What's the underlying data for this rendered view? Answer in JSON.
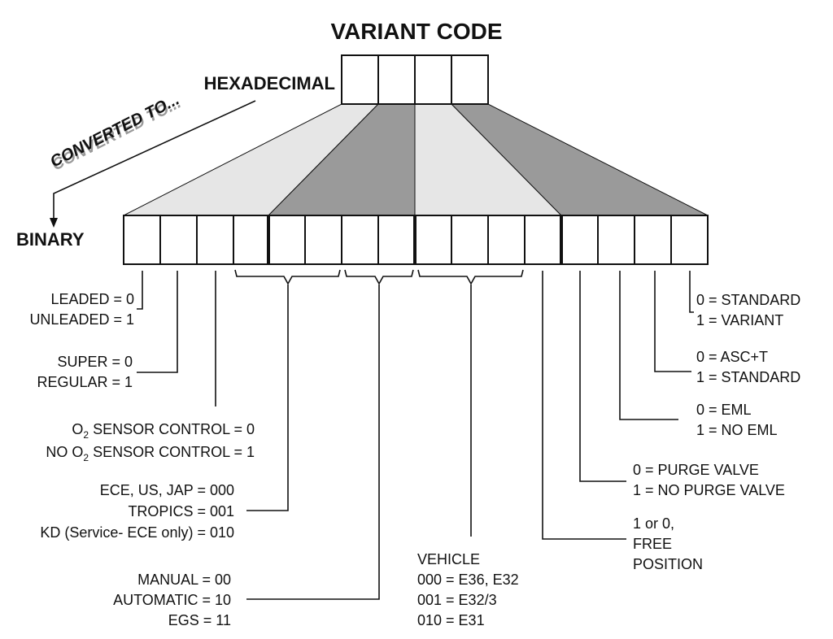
{
  "title": "VARIANT CODE",
  "hex_label": "HEXADECIMAL",
  "converted_label": "CONVERTED TO...",
  "binary_label": "BINARY",
  "colors": {
    "light_fan": "#e6e6e6",
    "dark_fan": "#9a9a9a",
    "ink": "#111111"
  },
  "labels": {
    "leaded": {
      "l1": "LEADED = 0",
      "l2": "UNLEADED = 1"
    },
    "super": {
      "l1": "SUPER = 0",
      "l2": "REGULAR = 1"
    },
    "o2": {
      "l1_pre": "O",
      "l1_sub": "2",
      "l1_post": " SENSOR CONTROL = 0",
      "l2_pre": "NO O",
      "l2_sub": "2",
      "l2_post": " SENSOR CONTROL = 1"
    },
    "region": {
      "l1": "ECE, US, JAP =  000",
      "l2": "TROPICS = 001",
      "l3": "KD (Service- ECE only) = 010"
    },
    "trans": {
      "l1": "MANUAL = 00",
      "l2": "AUTOMATIC = 10",
      "l3": "EGS = 11"
    },
    "vehicle": {
      "l1": "VEHICLE",
      "l2": "000 = E36, E32",
      "l3": "001 = E32/3",
      "l4": "010 = E31"
    },
    "free": {
      "l1": "1 or 0,",
      "l2": "FREE",
      "l3": "POSITION"
    },
    "purge": {
      "l1": "0 = PURGE VALVE",
      "l2": "1 = NO PURGE VALVE"
    },
    "eml": {
      "l1": "0 = EML",
      "l2": "1 = NO EML"
    },
    "asc": {
      "l1": "0 = ASC+T",
      "l2": "1 = STANDARD"
    },
    "standard": {
      "l1": "0 = STANDARD",
      "l2": "1 = VARIANT"
    }
  }
}
